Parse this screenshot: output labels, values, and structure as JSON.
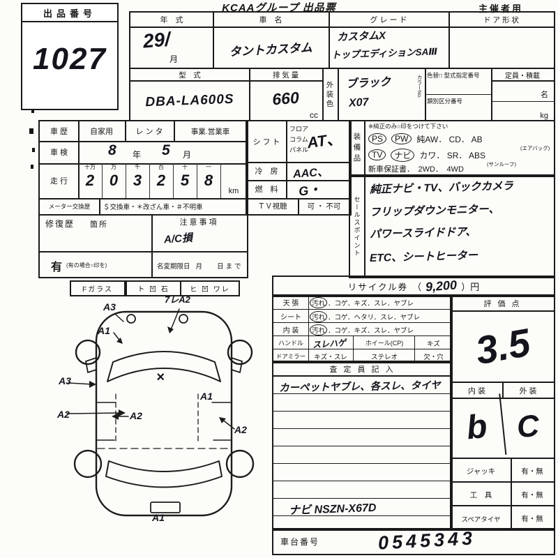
{
  "page": {
    "title": "KCAAグループ 出品票",
    "audience": "主催者用"
  },
  "lot": {
    "label": "出品番号",
    "number": "1027"
  },
  "top": {
    "year": {
      "label": "年　式",
      "value": "29/",
      "unit": "月"
    },
    "name": {
      "label": "車　名",
      "value": "タントカスタム"
    },
    "grade": {
      "label": "グ レ ー ド",
      "line1": "カスタムX",
      "line2": "トップエディションSAⅢ"
    },
    "door": {
      "label": "ド ア 形 状"
    },
    "model": {
      "label": "型　式",
      "value": "DBA-LA600S"
    },
    "disp": {
      "label": "排 気 量",
      "value": "660",
      "unit": "cc"
    },
    "color": {
      "label": "外装色",
      "value": "ブラック",
      "no_label": "カラーNo.",
      "no_value": "X07"
    },
    "codes": {
      "label1": "色替□ 型式指定番号",
      "label2": "類別区分番号"
    },
    "capacity": {
      "label": "定員・積載",
      "unit1": "名",
      "unit2": "kg"
    }
  },
  "history": {
    "use": {
      "label": "車 歴",
      "opts": [
        "自家用",
        "レ ン タ",
        "事業.営業車"
      ]
    },
    "shaken": {
      "label": "車 検",
      "v1": "8",
      "u1": "年",
      "v2": "5",
      "u2": "月"
    },
    "mileage": {
      "label": "走 行",
      "cols": [
        "十万",
        "万",
        "千",
        "百",
        "十",
        "一"
      ],
      "digits": [
        "2",
        "0",
        "3",
        "2",
        "5",
        "8"
      ],
      "unit": "km"
    },
    "meter": {
      "label": "メーター交換歴",
      "text": "＄交換車・＊改ざん車・＃不明車"
    },
    "repair": {
      "label": "修復歴",
      "sub": "箇所",
      "flag": "有",
      "note": "(有の場合○印を)"
    },
    "caution": {
      "label": "注意事項",
      "value": "A/C損",
      "deadline_label": "名変期限日",
      "deadline_units": "月　 日まで"
    }
  },
  "specs": {
    "shift": {
      "label": "シ フ ト",
      "opts": [
        "フロア",
        "コラム",
        "パネル"
      ],
      "value": "AT、"
    },
    "cool": {
      "label": "冷　房",
      "value": "AAC、"
    },
    "fuel": {
      "label": "燃　料",
      "value": "G・"
    },
    "tv": {
      "label": "ＴＶ視聴",
      "value": "可 ・ 不可"
    }
  },
  "equip": {
    "label": "装備品",
    "note": "※純正のみ○印をつけて下さい",
    "r1a": "PS",
    "r1b": "PW",
    "r1rest": "純AW． CD． AB",
    "r1sub": "(エアバッグ)",
    "r2a": "TV",
    "r2b": "ナビ",
    "r2rest": "カワ． SR． ABS",
    "r2sub": "(サンルーフ)",
    "r3": "新車保証書．　2WD．　4WD"
  },
  "sales": {
    "label": "セールスポイント",
    "lines": [
      "純正ナビ・TV、バックカメラ",
      "フリップダウンモニター、",
      "パワースライドドア、",
      "ETC、シートヒーター"
    ]
  },
  "recycle": {
    "label": "リサイクル券",
    "open": "（",
    "value": "9,200",
    "close": "）円"
  },
  "condition": {
    "rows": [
      {
        "label": "天 張",
        "first": "汚れ",
        "rest": "．コゲ．キズ．スレ．ヤブレ"
      },
      {
        "label": "シート",
        "first": "汚れ",
        "rest": "．コゲ．ヘタリ．スレ．ヤブレ"
      },
      {
        "label": "内 装",
        "first": "汚れ",
        "rest": "．コゲ．キズ．スレ．ヤブレ"
      },
      {
        "label": "ハンドル",
        "value": "スレハゲ",
        "r_label": "ホイール(CP)",
        "r_value": "キズ"
      },
      {
        "label": "ドアミラー",
        "value": "キズ・スレ",
        "r_label": "ステレオ",
        "r_value": "欠・穴"
      }
    ]
  },
  "assessor": {
    "header": "査 定 員 記 入",
    "note1": "カーペットヤブレ、各スレ、タイヤ",
    "note2": "ナビ NSZN-X67D"
  },
  "scores": {
    "grade_label": "評 価 点",
    "grade": "3.5",
    "interior_label": "内 装",
    "exterior_label": "外 装",
    "interior": "b",
    "exterior": "C",
    "acc": [
      {
        "label": "ジャッキ",
        "value": "有・無"
      },
      {
        "label": "工　具",
        "value": "有・無"
      },
      {
        "label": "スペアタイヤ",
        "value": "有・無"
      }
    ]
  },
  "chassis": {
    "label": "車台番号",
    "value": "0545343"
  },
  "diagram": {
    "legend": [
      "Fガラス",
      "ト 凹 石",
      "ヒ 凹 ワレ"
    ],
    "annotations": [
      "A3",
      "7レA2",
      "A1",
      "A3",
      "A2",
      "A2",
      "A1",
      "A2",
      "A1",
      "×"
    ]
  }
}
